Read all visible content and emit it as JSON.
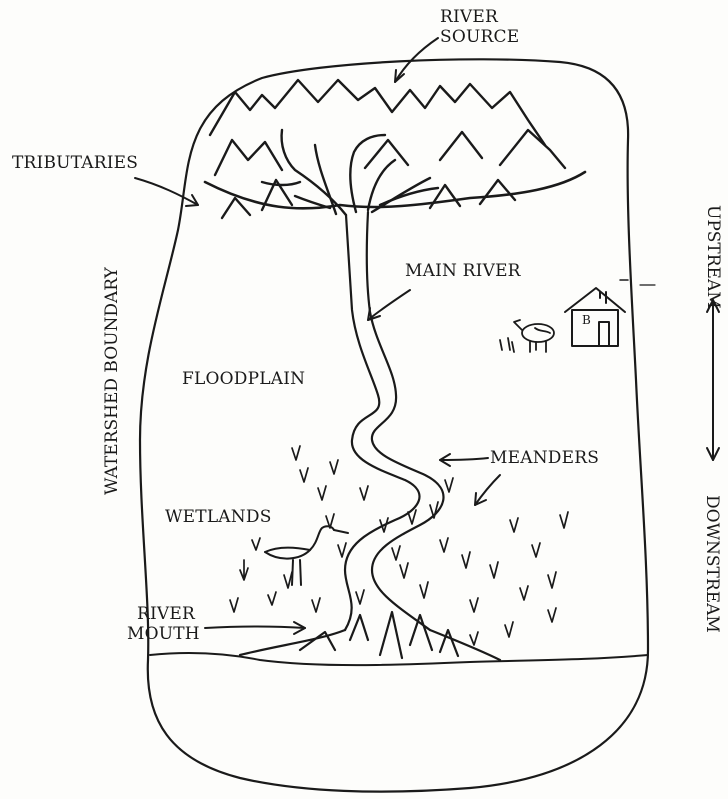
{
  "labels": {
    "river_source": [
      "RIVER",
      "SOURCE"
    ],
    "tributaries": "TRIBUTARIES",
    "main_river": "MAIN RIVER",
    "floodplain": "FLOODPLAIN",
    "meanders": "MEANDERS",
    "wetlands": "WETLANDS",
    "river_mouth": [
      "RIVER",
      "MOUTH"
    ],
    "watershed_boundary": "WATERSHED BOUNDARY",
    "upstream": "UPSTREAM",
    "downstream": "DOWNSTREAM",
    "house_letter": "B"
  },
  "colors": {
    "ink": "#1a1a1a",
    "paper": "#fdfdfb"
  },
  "icons": [
    "mountains",
    "tributary-branches",
    "river-channel",
    "house-icon",
    "cow-icon",
    "heron-icon",
    "grass-tufts",
    "delta-channels",
    "double-arrow-icon"
  ]
}
